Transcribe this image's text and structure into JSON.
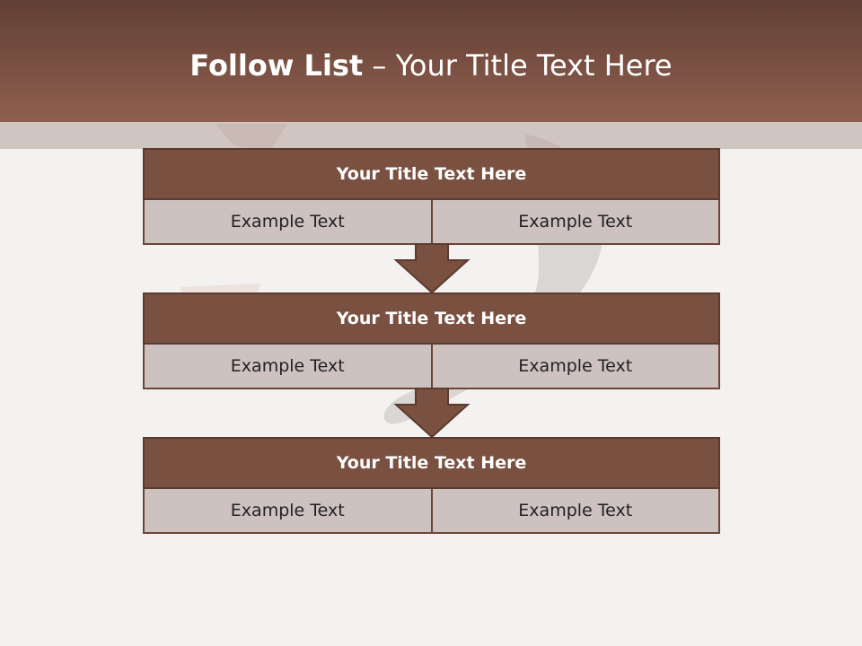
{
  "header": {
    "title_bold": "Follow List",
    "title_rest": " – Your Title Text Here"
  },
  "steps": [
    {
      "title": "Your Title Text Here",
      "left": "Example Text",
      "right": "Example Text"
    },
    {
      "title": "Your Title Text Here",
      "left": "Example Text",
      "right": "Example Text"
    },
    {
      "title": "Your Title Text Here",
      "left": "Example Text",
      "right": "Example Text"
    }
  ],
  "colors": {
    "header_dark": "#613f34",
    "header_light": "#8f5f4f",
    "block_title": "#7a5141",
    "block_cell": "#cdc2bf",
    "background": "#f4f2f0"
  }
}
